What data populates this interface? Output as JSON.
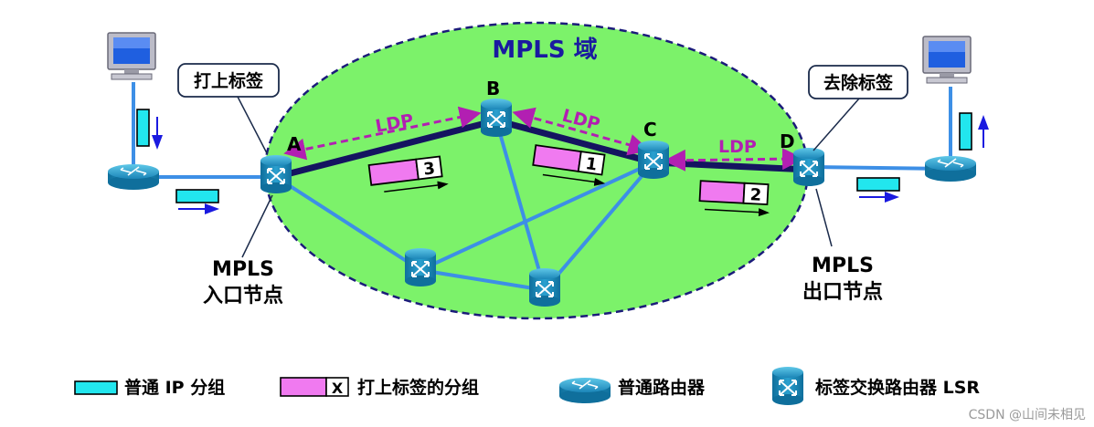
{
  "domain_title": "MPLS 域",
  "nodes": {
    "A": "A",
    "B": "B",
    "C": "C",
    "D": "D"
  },
  "callouts": {
    "push_label": "打上标签",
    "pop_label": "去除标签"
  },
  "ldp_labels": [
    "LDP",
    "LDP",
    "LDP"
  ],
  "packet_labels": {
    "p3": "3",
    "p1": "1",
    "p2": "2"
  },
  "ingress": {
    "line1": "MPLS",
    "line2": "入口节点"
  },
  "egress": {
    "line1": "MPLS",
    "line2": "出口节点"
  },
  "legend": {
    "ip_packet": "普通 IP 分组",
    "labeled_packet_marker": "X",
    "labeled_packet": "打上标签的分组",
    "router": "普通路由器",
    "lsr": "标签交换路由器 LSR"
  },
  "watermark": "CSDN @山间未相见",
  "colors": {
    "domain_fill": "#7cf26a",
    "domain_border": "#1b1b7a",
    "link_blue": "#3d8fe6",
    "lsp_path": "#141460",
    "ldp_magenta": "#b21fb2",
    "ip_packet": "#22e6ee",
    "labeled_packet": "#f07af0",
    "title_blue": "#1a1aa0"
  }
}
